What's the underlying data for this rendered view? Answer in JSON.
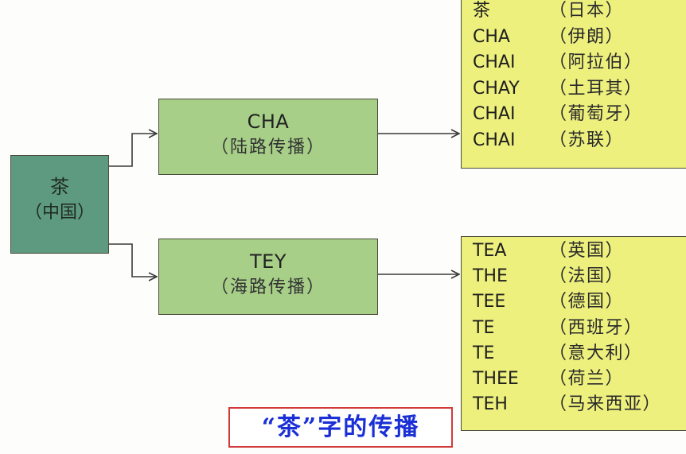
{
  "root": {
    "word": "茶",
    "sub": "（中国）"
  },
  "routes": [
    {
      "word": "CHA",
      "sub": "（陆路传播）"
    },
    {
      "word": "TEY",
      "sub": "（海路传播）"
    }
  ],
  "land_list": [
    {
      "word": "茶",
      "country": "（日本）"
    },
    {
      "word": "CHA",
      "country": "（伊朗）"
    },
    {
      "word": "CHAI",
      "country": "（阿拉伯）"
    },
    {
      "word": "CHAY",
      "country": "（土耳其）"
    },
    {
      "word": "CHAI",
      "country": "（葡萄牙）"
    },
    {
      "word": "CHAI",
      "country": "（苏联）"
    }
  ],
  "sea_list": [
    {
      "word": "TEA",
      "country": "（英国）"
    },
    {
      "word": "THE",
      "country": "（法国）"
    },
    {
      "word": "TEE",
      "country": "（德国）"
    },
    {
      "word": "TE",
      "country": "（西班牙）"
    },
    {
      "word": "TE",
      "country": "（意大利）"
    },
    {
      "word": "THEE",
      "country": "（荷兰）"
    },
    {
      "word": "TEH",
      "country": "（马来西亚）"
    }
  ],
  "caption": "“茶”字的传播",
  "colors": {
    "root_fill": "#5e9a7f",
    "route_fill": "#a7cf88",
    "list_fill": "#eef07e",
    "caption_border": "#d23a3a",
    "caption_text": "#1a2fd6",
    "arrow": "#3a3a3a"
  }
}
